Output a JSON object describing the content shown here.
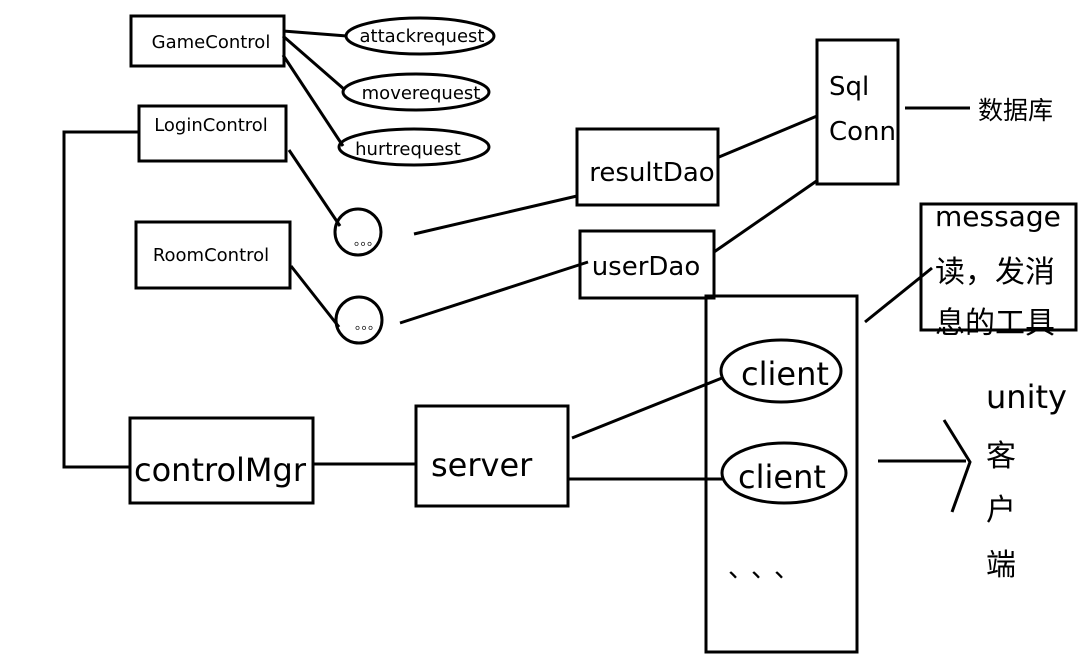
{
  "diagram": {
    "nodes": {
      "game_control": "GameControl",
      "attack_request": "attackrequest",
      "move_request": "moverequest",
      "hurt_request": "hurtrequest",
      "login_control": "LoginControl",
      "room_control": "RoomControl",
      "login_dots": "。。。",
      "room_dots": "。。。",
      "result_dao": "resultDao",
      "user_dao": "userDao",
      "sql_conn_line1": "Sql",
      "sql_conn_line2": "Conn",
      "database": "数据库",
      "message_line1": "message",
      "message_line2": "读，发消",
      "message_line3": "息的工具",
      "control_mgr": "controlMgr",
      "server": "server",
      "client_1": "client",
      "client_2": "client",
      "client_ellipsis": "、、、",
      "unity_client_line1": "unity",
      "unity_client_line2": "客",
      "unity_client_line3": "户",
      "unity_client_line4": "端"
    },
    "edges": [
      {
        "from": "GameControl",
        "to": "attackrequest"
      },
      {
        "from": "GameControl",
        "to": "moverequest"
      },
      {
        "from": "GameControl",
        "to": "hurtrequest"
      },
      {
        "from": "LoginControl",
        "to": "controlMgr"
      },
      {
        "from": "LoginControl",
        "to": "。。。"
      },
      {
        "from": "RoomControl",
        "to": "。。。"
      },
      {
        "from": "。。。",
        "to": "resultDao"
      },
      {
        "from": "。。。",
        "to": "userDao"
      },
      {
        "from": "resultDao",
        "to": "Sql Conn"
      },
      {
        "from": "userDao",
        "to": "Sql Conn"
      },
      {
        "from": "Sql Conn",
        "to": "数据库"
      },
      {
        "from": "controlMgr",
        "to": "server"
      },
      {
        "from": "server",
        "to": "client"
      },
      {
        "from": "server",
        "to": "client"
      },
      {
        "from": "client container",
        "to": "message 读，发消息的工具"
      },
      {
        "from": "client",
        "to": "unity 客户端"
      }
    ]
  }
}
